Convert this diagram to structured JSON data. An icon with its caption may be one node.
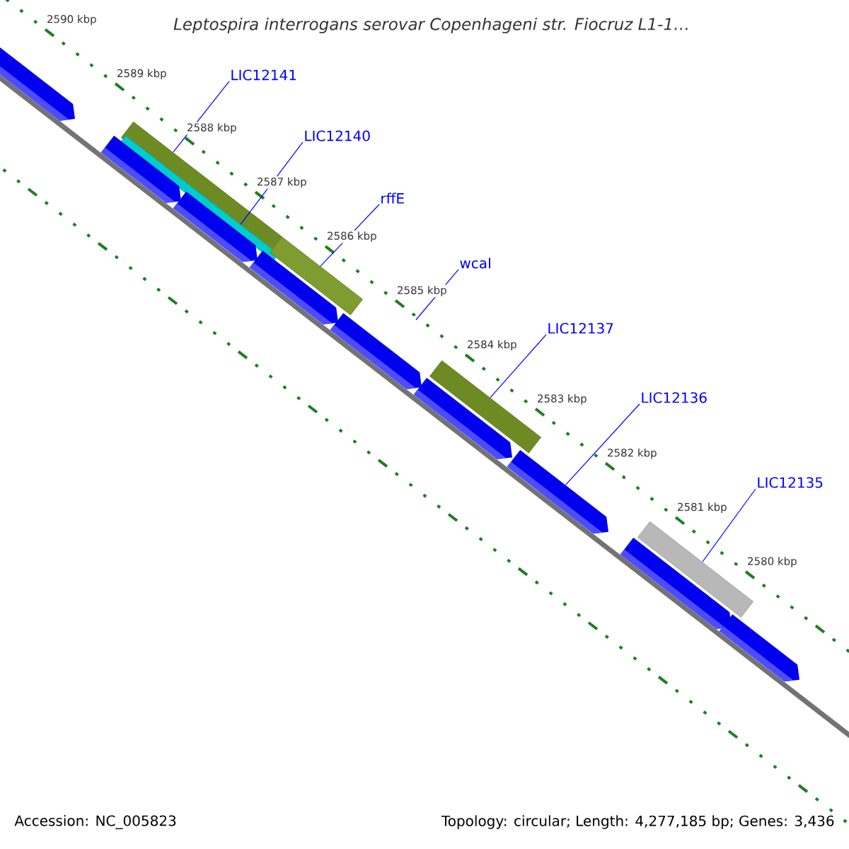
{
  "diagram": {
    "title": "Leptospira interrogans serovar Copenhageni str. Fiocruz L1-1…",
    "nodes": [
      {
        "text": [
          "LIC12141"
        ]
      },
      {
        "text": [
          "LIC12140"
        ]
      },
      {
        "text": [
          "rffE"
        ]
      },
      {
        "text": [
          "wcaI"
        ]
      },
      {
        "text": [
          "LIC12137"
        ]
      },
      {
        "text": [
          "LIC12136"
        ]
      },
      {
        "text": [
          "LIC12135"
        ]
      },
      {
        "text": [],
        "shape": "bar"
      },
      {
        "text": [],
        "shape": "bar"
      },
      {
        "text": [],
        "shape": "bar"
      },
      {
        "text": [],
        "shape": "bar"
      },
      {
        "text": [],
        "shape": "bar"
      },
      {
        "text": [],
        "shape": "arrow"
      },
      {
        "text": [],
        "shape": "arrow"
      },
      {
        "text": [],
        "shape": "arrow"
      },
      {
        "text": [],
        "shape": "arrow"
      },
      {
        "text": [],
        "shape": "arrow"
      },
      {
        "text": [],
        "shape": "arrow"
      },
      {
        "text": [],
        "shape": "arrow"
      },
      {
        "text": [],
        "shape": "arrow"
      },
      {
        "text": [],
        "shape": "arrow"
      }
    ],
    "edges": [
      {
        "from": 0,
        "to": 7,
        "arrow": "none"
      },
      {
        "from": 1,
        "to": 8,
        "arrow": "none"
      },
      {
        "from": 2,
        "to": 9,
        "arrow": "none"
      },
      {
        "from": 3,
        "to": null,
        "arrow": "none"
      },
      {
        "from": 4,
        "to": 10,
        "arrow": "none"
      },
      {
        "from": 5,
        "to": 18,
        "arrow": "none"
      },
      {
        "from": 6,
        "to": 11,
        "arrow": "none"
      }
    ],
    "labels": [
      "2590 kbp",
      "2589 kbp",
      "2588 kbp",
      "2587 kbp",
      "2586 kbp",
      "2585 kbp",
      "2584 kbp",
      "2583 kbp",
      "2582 kbp",
      "2581 kbp",
      "2580 kbp",
      "Accession: NC_005823",
      "Topology: circular; Length: 4,277,185 bp; Genes: 3,436"
    ]
  }
}
